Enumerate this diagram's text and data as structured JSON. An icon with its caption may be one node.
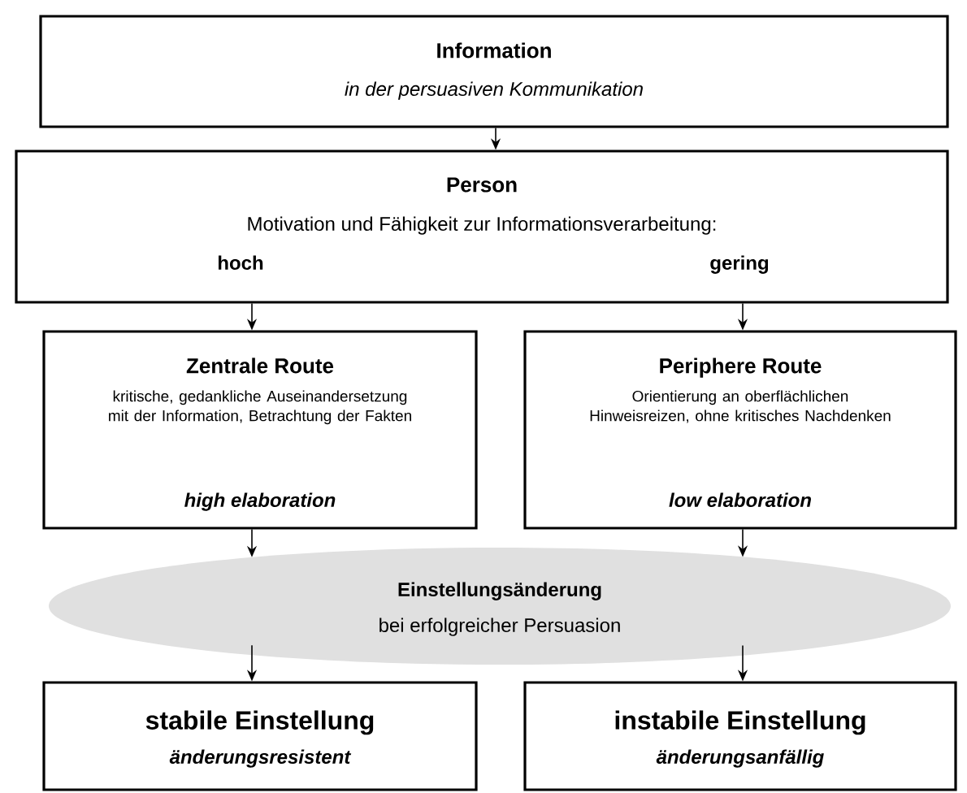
{
  "diagram": {
    "nodes": [
      {
        "text": [
          "Information",
          "in der persuasiven Kommunikation"
        ]
      },
      {
        "text": [
          "Person",
          "Motivation und Fähigkeit zur Informationsverarbeitung:",
          "hoch",
          "gering"
        ]
      },
      {
        "text": [
          "Zentrale Route",
          "kritische, gedankliche Auseinandersetzung mit der Information, Betrachtung der Fakten",
          "high elaboration"
        ]
      },
      {
        "text": [
          "Periphere Route",
          "Orientierung an oberflächlichen Hinweisreizen, ohne kritisches Nachdenken",
          "low elaboration"
        ]
      },
      {
        "text": [
          "Einstellungsänderung",
          "bei erfolgreicher Persuasion"
        ]
      },
      {
        "text": [
          "stabile Einstellung",
          "änderungsresistent"
        ]
      },
      {
        "text": [
          "instabile Einstellung",
          "änderungsanfällig"
        ]
      }
    ],
    "edges": [
      {
        "from": 0,
        "to": 1,
        "arrow": "to"
      },
      {
        "from": 1,
        "to": 2,
        "arrow": "to"
      },
      {
        "from": 1,
        "to": 3,
        "arrow": "to"
      },
      {
        "from": 2,
        "to": 4,
        "arrow": "to"
      },
      {
        "from": 3,
        "to": 4,
        "arrow": "to"
      },
      {
        "from": 4,
        "to": 5,
        "arrow": "to"
      },
      {
        "from": 4,
        "to": 6,
        "arrow": "to"
      }
    ]
  }
}
